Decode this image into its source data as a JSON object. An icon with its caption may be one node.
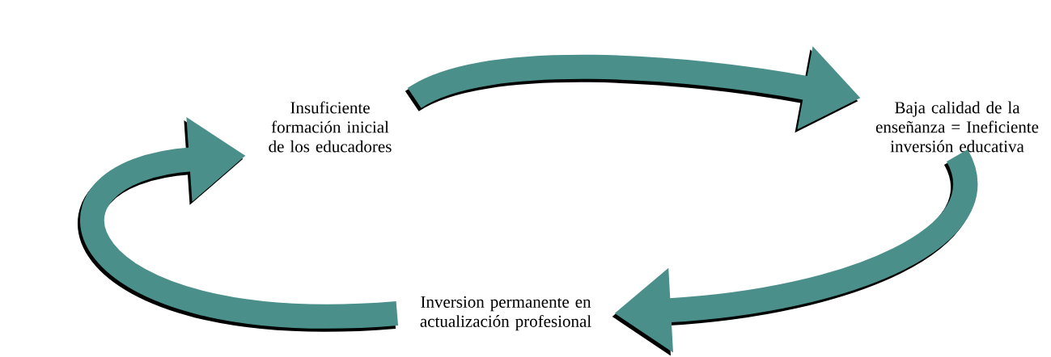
{
  "diagram": {
    "nodes": [
      {
        "text": [
          "Insuficiente formación inicial de los educadores"
        ]
      },
      {
        "text": [
          "Baja calidad de la enseñanza = Ineficiente inversión educativa"
        ]
      },
      {
        "text": [
          "Inversion permanente en actualización profesional"
        ]
      }
    ],
    "edges": [
      {
        "from": 0,
        "to": 1,
        "arrow": "to"
      },
      {
        "from": 1,
        "to": 2,
        "arrow": "to"
      },
      {
        "from": 2,
        "to": 0,
        "arrow": "to"
      }
    ]
  }
}
